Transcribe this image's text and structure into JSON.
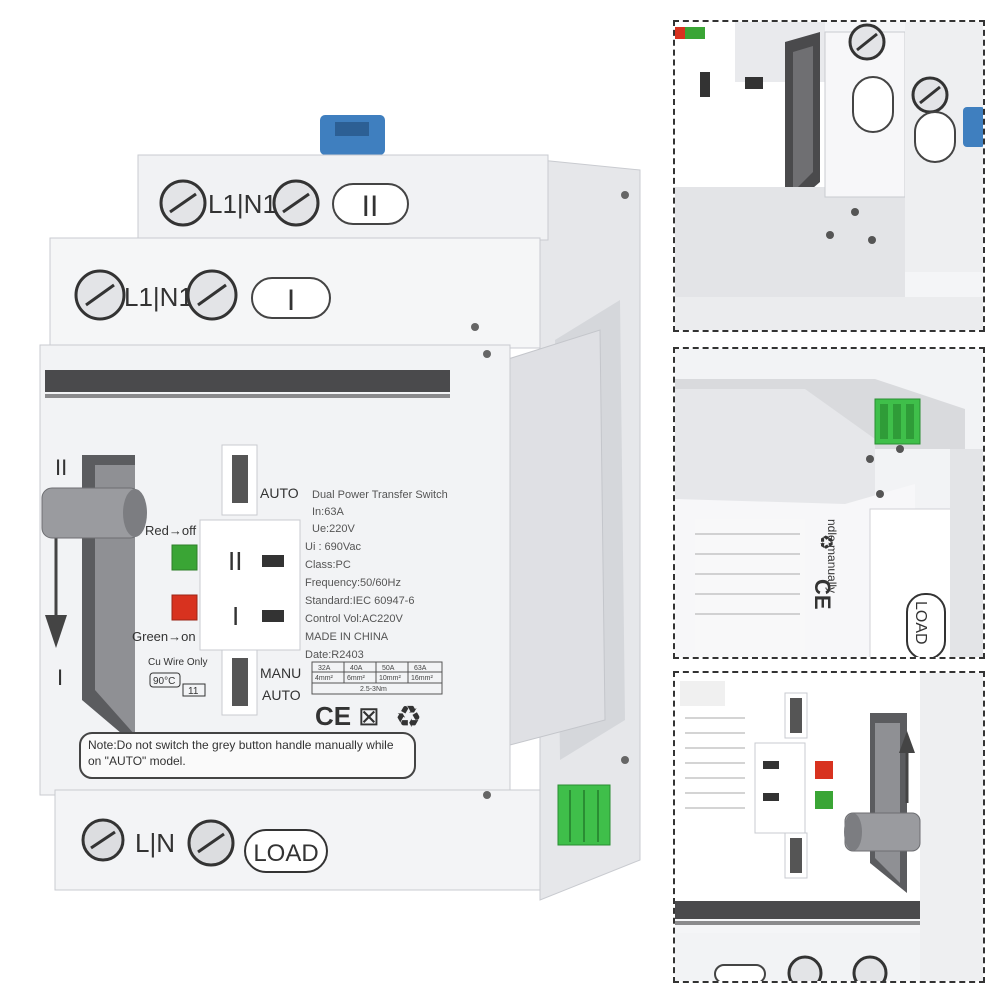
{
  "device": {
    "top_terminal_labels": "L1|N1",
    "top_source_mark": "II",
    "mid_terminal_labels": "L1|N1",
    "mid_source_mark": "I",
    "bottom_terminal_labels": "L|N",
    "load_label": "LOAD",
    "handle_marks": [
      "II",
      "I"
    ],
    "auto_label": "AUTO",
    "manu_label": "MANU",
    "auto_label_2": "AUTO",
    "red_indicator_label": "Red→off",
    "green_indicator_label": "Green→on",
    "source_marks": [
      "II",
      "I"
    ],
    "cu_wire_label": "Cu Wire Only",
    "temp_label": "90°C",
    "strip_label": "11",
    "spec_lines": [
      "Dual Power Transfer Switch",
      "In:63A",
      "Ue:220V",
      "Ui : 690Vac",
      "Class:PC",
      "Frequency:50/60Hz",
      "Standard:IEC 60947-6",
      "Control Vol:AC220V",
      "MADE IN CHINA",
      "Date:R2403"
    ],
    "rating_row_1": [
      "32A",
      "40A",
      "50A",
      "63A"
    ],
    "rating_row_2": [
      "4mm²",
      "6mm²",
      "10mm²",
      "16mm²"
    ],
    "torque": "2.5-3Nm",
    "cert_marks": [
      "CE",
      "⊠",
      "♻"
    ],
    "note": "Note:Do not switch the grey button handle manually while on \"AUTO\" model.",
    "accent_blue": "#3f7fbf",
    "indicator_red": "#d8321f",
    "indicator_green": "#3aa535",
    "terminal_green": "#3fbf4a"
  },
  "inset_2": {
    "side_text": "ndle manually",
    "load_label": "LOAD"
  }
}
